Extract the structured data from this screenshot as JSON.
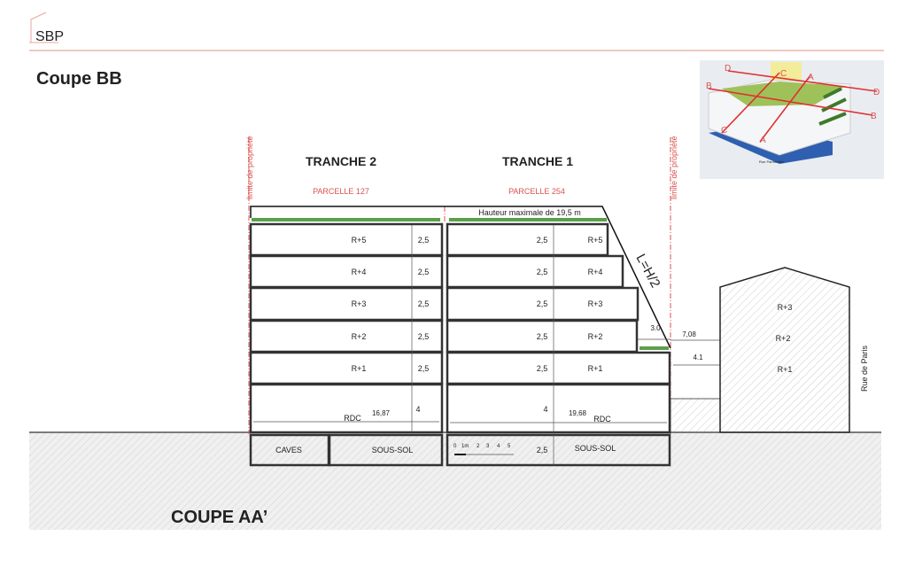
{
  "header": {
    "logo_text": "SBP",
    "title": "Coupe BB",
    "accent_color": "#e8a79a"
  },
  "thumbnail": {
    "cut_labels": [
      "A",
      "A",
      "B",
      "B",
      "C",
      "C",
      "D",
      "D"
    ],
    "street_label": "Rue Parmentier"
  },
  "section": {
    "property_limit_label": "limite de propriété",
    "tranche2": {
      "title": "TRANCHE 2",
      "parcel": "PARCELLE 127"
    },
    "tranche1": {
      "title": "TRANCHE 1",
      "parcel": "PARCELLE 254"
    },
    "max_height_label": "Hauteur maximale de 19,5 m",
    "slope_rule": "L=H/2",
    "floors": [
      "R+5",
      "R+4",
      "R+3",
      "R+2",
      "R+1"
    ],
    "floor_height": "2,5",
    "rdc": {
      "label": "RDC",
      "height": "4",
      "width_t2": "16,87",
      "width_t1": "19,68"
    },
    "basement": {
      "caves": "CAVES",
      "sous_sol": "SOUS-SOL",
      "height": "2,5"
    },
    "scale_bar": [
      "0",
      "1m",
      "2",
      "3",
      "4",
      "5"
    ],
    "setbacks": {
      "terrace": "3.0",
      "upper": "7,08",
      "lower": "4.1"
    },
    "neighbor": {
      "floors": [
        "R+3",
        "R+2",
        "R+1"
      ],
      "street": "Rue de Paris"
    },
    "footer_title": "COUPE AA’"
  }
}
